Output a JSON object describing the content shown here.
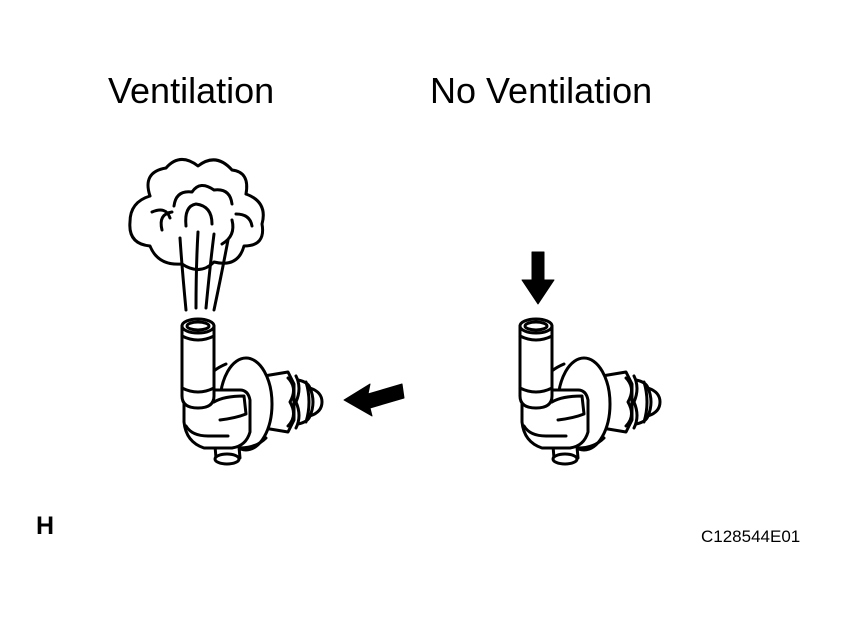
{
  "labels": {
    "ventilation": "Ventilation",
    "no_ventilation": "No Ventilation"
  },
  "section_letter": "H",
  "figure_code": "C128544E01",
  "colors": {
    "line": "#000000",
    "fill": "#ffffff"
  },
  "icons": {
    "left_part": "pcv-valve-icon",
    "right_part": "pcv-valve-icon",
    "airflow_from_thread": "arrow-left-icon",
    "airflow_into_pipe": "arrow-down-icon",
    "vapor_cloud": "vapor-cloud-icon"
  }
}
